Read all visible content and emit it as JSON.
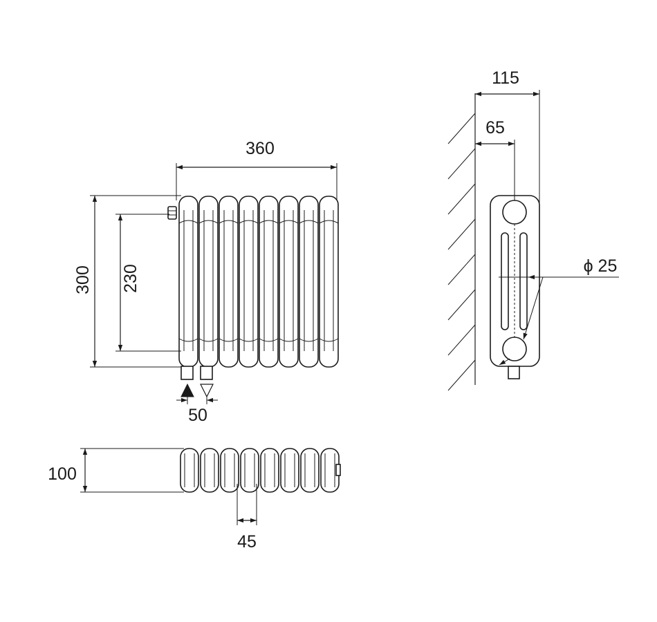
{
  "colors": {
    "stroke": "#1a1a1a",
    "background": "#ffffff"
  },
  "front_view": {
    "overall_width_label": "360",
    "overall_height_label": "300",
    "pipe_centres_label": "230",
    "connection_spacing_label": "50",
    "section_count": 8,
    "flow_in_icon": "filled-triangle-icon",
    "flow_out_icon": "outline-triangle-icon"
  },
  "top_view": {
    "depth_label": "100",
    "section_pitch_label": "45"
  },
  "side_view": {
    "overall_depth_label": "115",
    "wall_to_centre_label": "65",
    "pipe_diameter_label": "ϕ 25"
  }
}
